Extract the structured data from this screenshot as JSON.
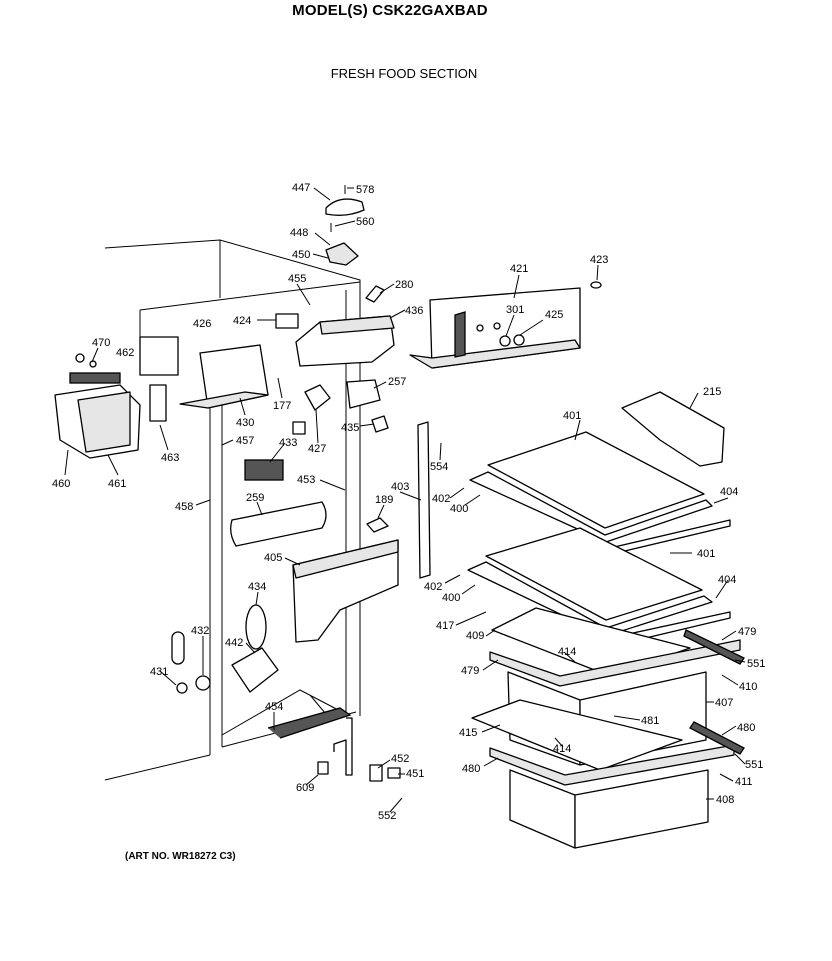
{
  "header": {
    "title": "MODEL(S) CSK22GAXBAD",
    "subtitle": "FRESH FOOD SECTION"
  },
  "footer": {
    "art_number": "(ART NO. WR18272 C3)"
  },
  "part_labels": [
    {
      "id": "p447",
      "text": "447"
    },
    {
      "id": "p578",
      "text": "578"
    },
    {
      "id": "p560",
      "text": "560"
    },
    {
      "id": "p448",
      "text": "448"
    },
    {
      "id": "p450",
      "text": "450"
    },
    {
      "id": "p455",
      "text": "455"
    },
    {
      "id": "p280",
      "text": "280"
    },
    {
      "id": "p421",
      "text": "421"
    },
    {
      "id": "p423",
      "text": "423"
    },
    {
      "id": "p424",
      "text": "424"
    },
    {
      "id": "p426",
      "text": "426"
    },
    {
      "id": "p436",
      "text": "436"
    },
    {
      "id": "p301",
      "text": "301"
    },
    {
      "id": "p425",
      "text": "425"
    },
    {
      "id": "p470",
      "text": "470"
    },
    {
      "id": "p462",
      "text": "462"
    },
    {
      "id": "p257",
      "text": "257"
    },
    {
      "id": "p215",
      "text": "215"
    },
    {
      "id": "p177",
      "text": "177"
    },
    {
      "id": "p430",
      "text": "430"
    },
    {
      "id": "p401a",
      "text": "401"
    },
    {
      "id": "p435",
      "text": "435"
    },
    {
      "id": "p457",
      "text": "457"
    },
    {
      "id": "p427",
      "text": "427"
    },
    {
      "id": "p433",
      "text": "433"
    },
    {
      "id": "p463",
      "text": "463"
    },
    {
      "id": "p554",
      "text": "554"
    },
    {
      "id": "p460",
      "text": "460"
    },
    {
      "id": "p461",
      "text": "461"
    },
    {
      "id": "p453",
      "text": "453"
    },
    {
      "id": "p403",
      "text": "403"
    },
    {
      "id": "p402a",
      "text": "402"
    },
    {
      "id": "p404a",
      "text": "404"
    },
    {
      "id": "p458",
      "text": "458"
    },
    {
      "id": "p259",
      "text": "259"
    },
    {
      "id": "p189",
      "text": "189"
    },
    {
      "id": "p400a",
      "text": "400"
    },
    {
      "id": "p401b",
      "text": "401"
    },
    {
      "id": "p405",
      "text": "405"
    },
    {
      "id": "p434",
      "text": "434"
    },
    {
      "id": "p402b",
      "text": "402"
    },
    {
      "id": "p404b",
      "text": "404"
    },
    {
      "id": "p400b",
      "text": "400"
    },
    {
      "id": "p417",
      "text": "417"
    },
    {
      "id": "p479a",
      "text": "479"
    },
    {
      "id": "p432",
      "text": "432"
    },
    {
      "id": "p409",
      "text": "409"
    },
    {
      "id": "p442",
      "text": "442"
    },
    {
      "id": "p414a",
      "text": "414"
    },
    {
      "id": "p551a",
      "text": "551"
    },
    {
      "id": "p479b",
      "text": "479"
    },
    {
      "id": "p431",
      "text": "431"
    },
    {
      "id": "p410",
      "text": "410"
    },
    {
      "id": "p407",
      "text": "407"
    },
    {
      "id": "p454",
      "text": "454"
    },
    {
      "id": "p481",
      "text": "481"
    },
    {
      "id": "p415",
      "text": "415"
    },
    {
      "id": "p480a",
      "text": "480"
    },
    {
      "id": "p414b",
      "text": "414"
    },
    {
      "id": "p452",
      "text": "452"
    },
    {
      "id": "p551b",
      "text": "551"
    },
    {
      "id": "p480b",
      "text": "480"
    },
    {
      "id": "p451",
      "text": "451"
    },
    {
      "id": "p411",
      "text": "411"
    },
    {
      "id": "p609",
      "text": "609"
    },
    {
      "id": "p408",
      "text": "408"
    },
    {
      "id": "p552",
      "text": "552"
    }
  ]
}
